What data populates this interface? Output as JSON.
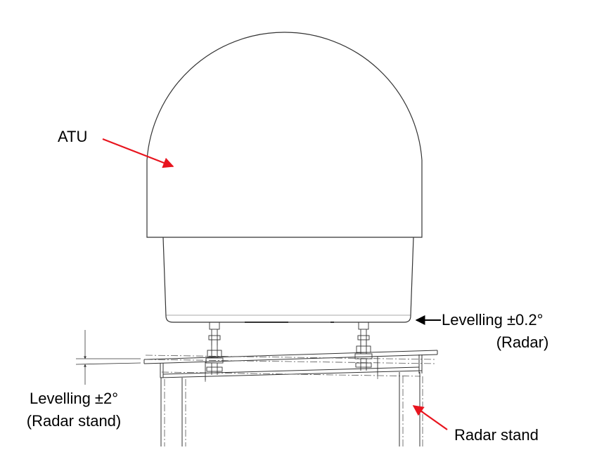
{
  "labels": {
    "atu": "ATU",
    "levelling_radar_line1": "Levelling ±0.2°",
    "levelling_radar_line2": "(Radar)",
    "levelling_stand_line1": "Levelling ±2°",
    "levelling_stand_line2": "(Radar stand)",
    "radar_stand": "Radar stand"
  },
  "colors": {
    "line": "#333333",
    "arrow_red": "#e8141e",
    "arrow_black": "#000000",
    "text": "#000000"
  }
}
